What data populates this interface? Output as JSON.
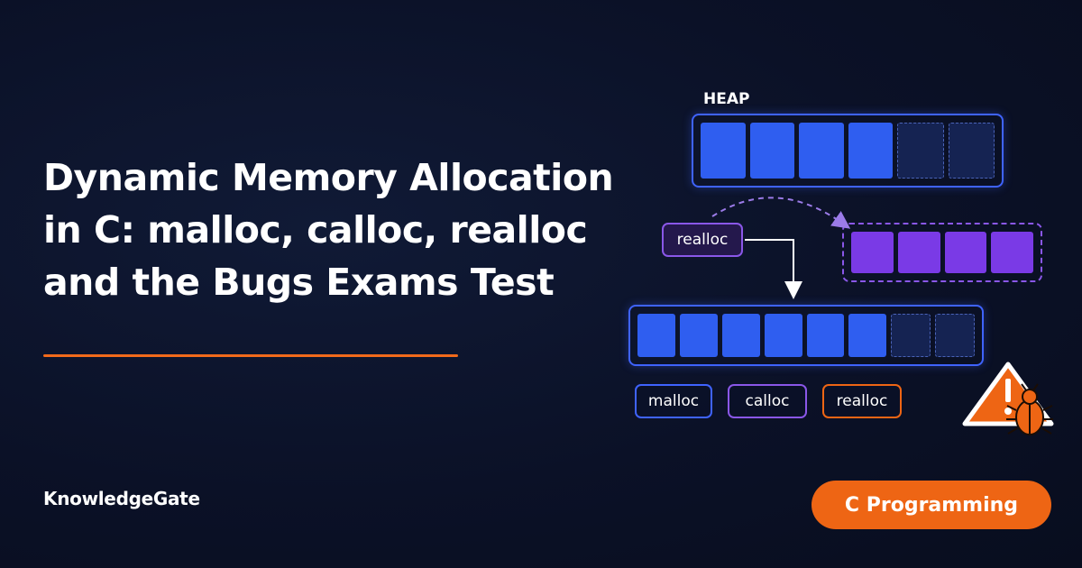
{
  "title": {
    "line1": "Dynamic Memory Allocation",
    "line2": "in C: malloc, calloc, realloc",
    "line3": "and the Bugs Exams Test"
  },
  "brand": "KnowledgeGate",
  "category_pill": "C Programming",
  "diagram": {
    "heap_label": "HEAP",
    "top_block": {
      "filled": 4,
      "free": 2
    },
    "realloc_block": {
      "filled": 4
    },
    "bottom_block": {
      "filled": 6,
      "free": 2
    },
    "realloc_tag": "realloc",
    "functions": [
      "malloc",
      "calloc",
      "realloc"
    ],
    "icons": [
      "warning-icon",
      "bug-icon"
    ]
  },
  "colors": {
    "accent_orange": "#ee6514",
    "block_blue": "#2f5ef0",
    "block_purple": "#7a3ae6",
    "background": "#0b1127"
  }
}
